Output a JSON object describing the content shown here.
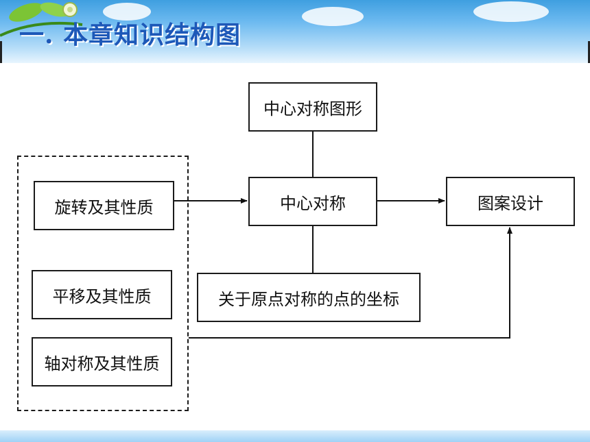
{
  "title": "一. 本章知识结构图",
  "diagram": {
    "nodes": {
      "center_figure": "中心对称图形",
      "rotation": "旋转及其性质",
      "central_symmetry": "中心对称",
      "pattern_design": "图案设计",
      "origin_symmetry_coords": "关于原点对称的点的坐标",
      "translation": "平移及其性质",
      "axial_symmetry": "轴对称及其性质"
    },
    "edges": [
      {
        "from": "rotation",
        "to": "central_symmetry",
        "arrow": true
      },
      {
        "from": "central_symmetry",
        "to": "pattern_design",
        "arrow": true
      },
      {
        "from": "center_figure",
        "to": "central_symmetry",
        "arrow": false
      },
      {
        "from": "central_symmetry",
        "to": "origin_symmetry_coords",
        "arrow": false
      },
      {
        "from": "group",
        "to": "pattern_design",
        "arrow": true
      }
    ]
  },
  "colors": {
    "title": "#1d58b8",
    "header_sky": "#6dbaf0",
    "box_border": "#1a1a1a"
  }
}
